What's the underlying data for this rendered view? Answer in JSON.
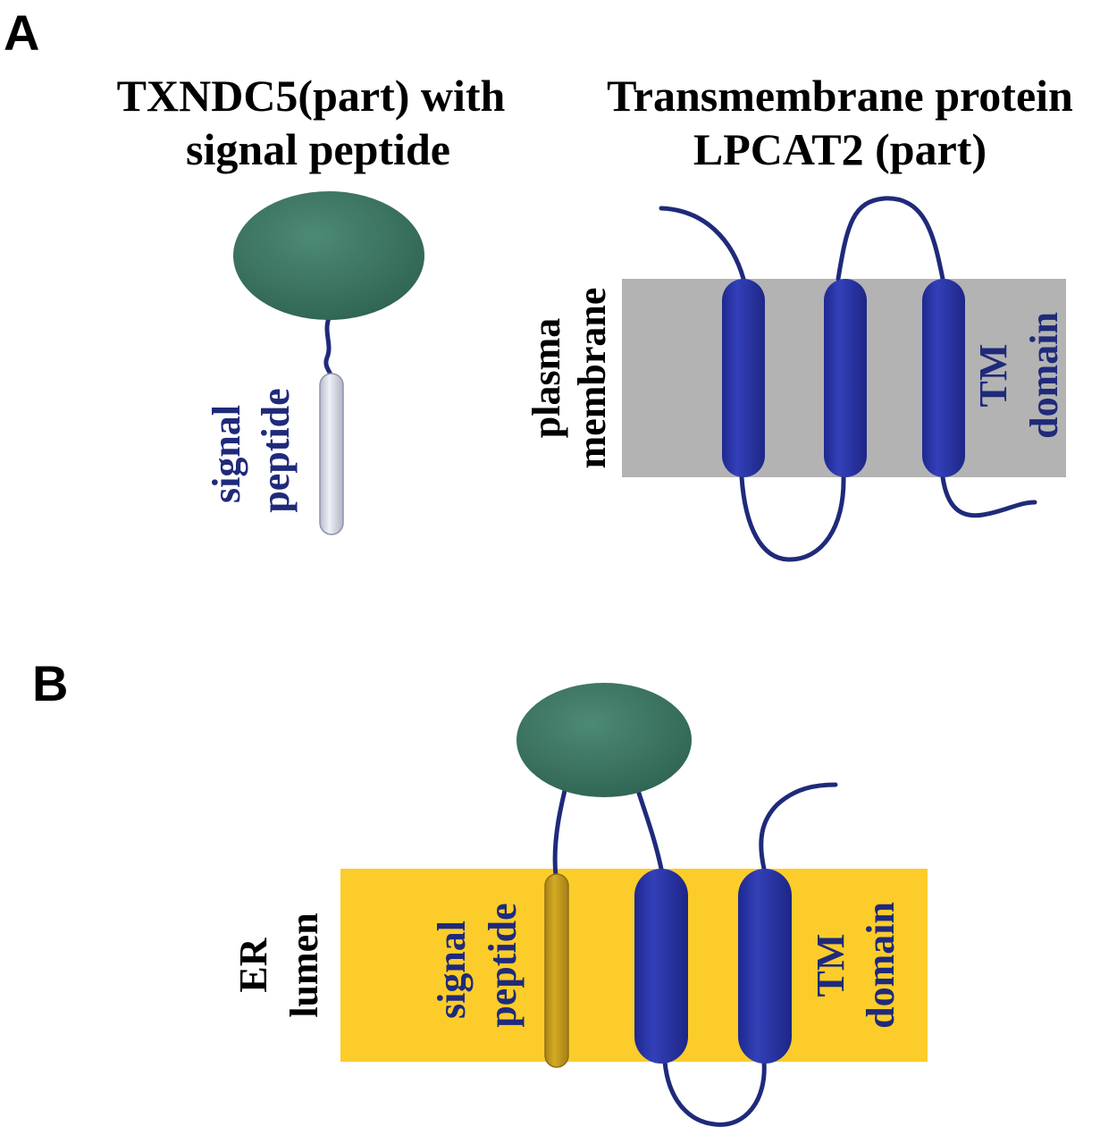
{
  "panels": {
    "a": {
      "letter": "A",
      "left_title": [
        "TXNDC5(part) with",
        "signal peptide"
      ],
      "right_title": [
        "Transmembrane protein",
        "LPCAT2 (part)"
      ],
      "signal_peptide_label": [
        "signal",
        "peptide"
      ],
      "membrane_label": [
        "plasma",
        "membrane"
      ],
      "tm_label": [
        "TM",
        "domain"
      ]
    },
    "b": {
      "letter": "B",
      "er_label": [
        "ER",
        "lumen"
      ],
      "signal_peptide_label": [
        "signal",
        "peptide"
      ],
      "tm_label": [
        "TM",
        "domain"
      ]
    }
  },
  "colors": {
    "protein_domain": "#3e7a66",
    "tm_helix": "#2b35a8",
    "chain": "#1f2a7a",
    "plasma_membrane": "#b3b3b3",
    "er_membrane": "#fccc2a",
    "signal_peptide_free": "#dcdde6",
    "signal_peptide_inserted": "#c9a21e"
  }
}
